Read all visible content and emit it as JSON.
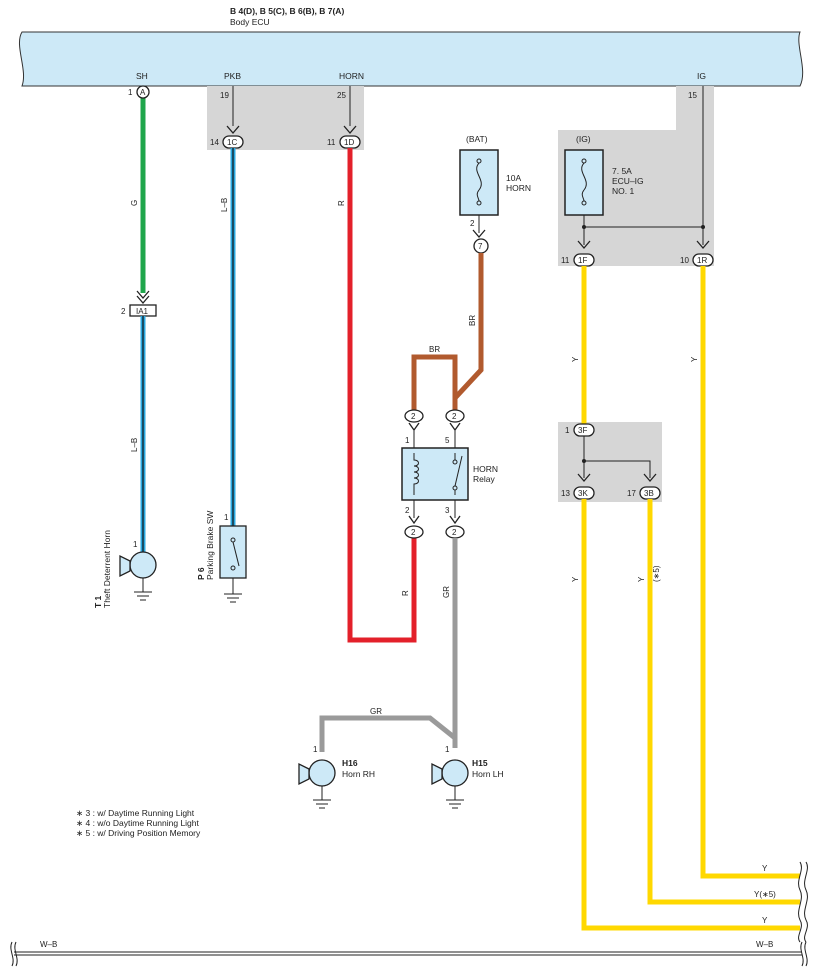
{
  "ecu": {
    "connectors": "B 4(D), B 5(C), B 6(B), B 7(A)",
    "name": "Body ECU",
    "pins": {
      "sh": "SH",
      "sh_num": "1",
      "sh_conn": "A",
      "pkb": "PKB",
      "pkb_num": "19",
      "horn": "HORN",
      "horn_num": "25",
      "ig": "IG",
      "ig_num": "15"
    }
  },
  "junctions": {
    "j1c_num": "14",
    "j1c": "1C",
    "j1d_num": "11",
    "j1d": "1D",
    "j1f_num": "11",
    "j1f": "1F",
    "j1r_num": "10",
    "j1r": "1R",
    "j3f_num": "1",
    "j3f": "3F",
    "j3k_num": "13",
    "j3k": "3K",
    "j3b_num": "17",
    "j3b": "3B",
    "ia1_num": "2",
    "ia1": "IA1"
  },
  "fuses": {
    "bat_label": "(BAT)",
    "bat_rating": "10A",
    "bat_name": "HORN",
    "bat_pin": "2",
    "bat_conn": "7",
    "ig_label": "(IG)",
    "ig_rating": "7. 5A",
    "ig_name1": "ECU–IG",
    "ig_name2": "NO. 1"
  },
  "relay": {
    "name1": "HORN",
    "name2": "Relay",
    "top_left_conn": "2",
    "top_right_conn": "2",
    "pin1": "1",
    "pin5": "5",
    "pin2": "2",
    "pin3": "3",
    "bot_left_conn": "2",
    "bot_right_conn": "2"
  },
  "wires": {
    "g": "G",
    "lb1": "L–B",
    "lb2": "L–B",
    "r1": "R",
    "r2": "R",
    "br1": "BR",
    "br2": "BR",
    "gr1": "GR",
    "gr2": "GR",
    "y1": "Y",
    "y2": "Y",
    "y3": "Y",
    "y4": "Y",
    "y4_note": "(∗5)",
    "y_out1": "Y",
    "y_out2": "Y(∗5)",
    "y_out3": "Y",
    "wb_left": "W–B",
    "wb_right": "W–B"
  },
  "components": {
    "t1_code": "T 1",
    "t1_name": "Theft Deterrent Horn",
    "t1_pin": "1",
    "p6_code": "P 6",
    "p6_name": "Parking Brake SW",
    "p6_pin": "1",
    "h16_code": "H16",
    "h16_name": "Horn RH",
    "h16_pin": "1",
    "h15_code": "H15",
    "h15_name": "Horn LH",
    "h15_pin": "1"
  },
  "notes": [
    "∗ 3 : w/ Daytime Running Light",
    "∗ 4 : w/o Daytime Running Light",
    "∗ 5 : w/ Driving Position Memory"
  ],
  "colors": {
    "ecu_fill": "#cde9f7",
    "junction_fill": "#d6d6d6",
    "green": "#1fa64b",
    "lightblue": "#2aa8e0",
    "red": "#e3202a",
    "brown": "#b15a2e",
    "gray": "#9a9a9a",
    "yellow": "#ffd800"
  }
}
